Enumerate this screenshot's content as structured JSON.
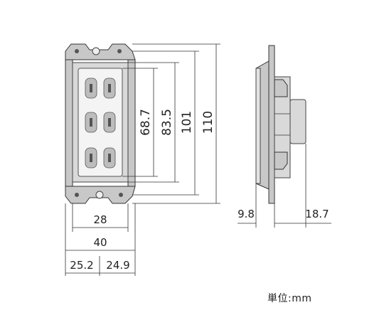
{
  "dimensions": {
    "width_28": "28",
    "width_40": "40",
    "left_25_2": "25.2",
    "right_24_9": "24.9",
    "height_68_7": "68.7",
    "height_83_5": "83.5",
    "height_101": "101",
    "height_110": "110",
    "side_9_8": "9.8",
    "side_18_7": "18.7"
  },
  "unit_label": "単位:mm"
}
